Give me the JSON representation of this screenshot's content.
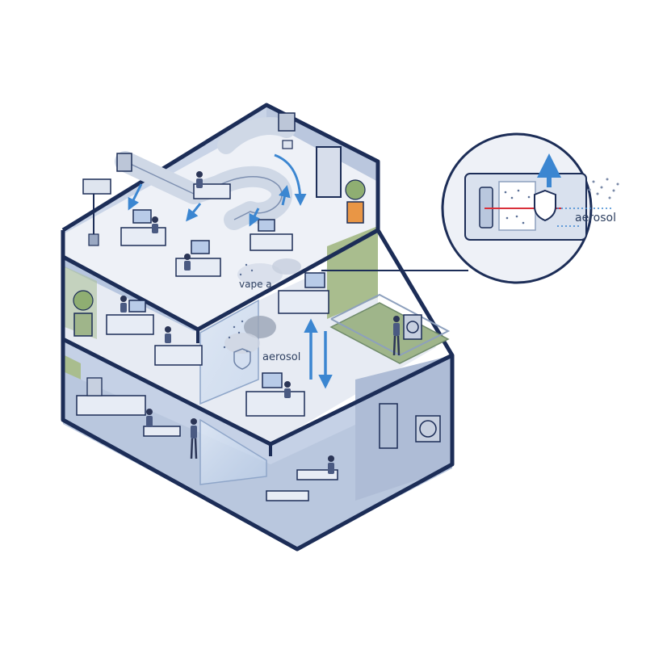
{
  "labels": {
    "callout_aerosol": "aerosol",
    "floor_aerosol": "aerosol",
    "vape_label": "vape a"
  },
  "colors": {
    "outline": "#1c2d57",
    "wall": "#c8d3e6",
    "floor": "#eef1f7",
    "green_wall": "#a9bd8e",
    "duct": "#cdd6e4",
    "arrow": "#3b86d1",
    "red_line": "#d9303a",
    "person": "#4a5a82"
  },
  "icons": {
    "callout_shield": "shield-icon",
    "floor_shield": "shield-icon",
    "airflow": "arrow-icon",
    "plant": "plant-icon",
    "fan": "fan-icon",
    "sensor": "sensor-icon"
  }
}
